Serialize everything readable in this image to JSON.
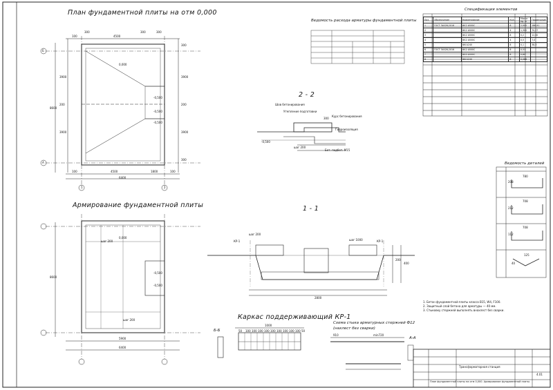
{
  "titles": {
    "plan": "План фундаментной плиты на отм 0,000",
    "reinforcement": "Армирование фундаментной плиты",
    "section22": "2 - 2",
    "section11": "1 - 1",
    "frame": "Каркас поддерживающий КР-1",
    "joint": "Схема стыка арматурных стержней Ф12",
    "joint_sub": "(нахлест без сварки)",
    "bb": "Б-Б",
    "aa": "А-А",
    "vedomost_rebar": "Ведомость расхода арматуры фундаментной плиты",
    "spec": "Спецификация элементов",
    "vedomost_details": "Ведомость деталей"
  },
  "plan": {
    "dims_top": [
      "100",
      "300",
      "4500",
      "300",
      "300"
    ],
    "dims_bottom": [
      "100",
      "4500",
      "1800",
      "100"
    ],
    "total_width": "6400",
    "total_height": "8600",
    "dims_right": [
      "300",
      "3900",
      "200",
      "3900",
      "300"
    ],
    "dims_left": [
      "3900",
      "200",
      "3900"
    ],
    "levels": [
      "0,000",
      "-0,500",
      "-0,500",
      "-0,500"
    ],
    "axes": [
      "1",
      "2",
      "А",
      "Б"
    ]
  },
  "reinforcement": {
    "labels": [
      "шаг 200",
      "шаг 200",
      "0,000",
      "-0,500",
      "-0,500"
    ],
    "dims_bottom": [
      "5900",
      "6400"
    ],
    "total_height": "8600"
  },
  "sections": {
    "s22_labels": [
      "Шов бетонирования",
      "Утепление подготовки",
      "Курс бетонирования",
      "Гидроизоляция",
      "Бет. подбет. М15",
      "шаг 200",
      "300",
      "-0,500"
    ],
    "s11_labels": [
      "КР-1",
      "КР-1",
      "шаг 200",
      "шаг 1000",
      "2800",
      "200",
      "400"
    ]
  },
  "frame_kr1": {
    "dims": [
      "50",
      "100",
      "100",
      "100",
      "100",
      "100",
      "100",
      "100",
      "100",
      "100",
      "50"
    ],
    "total": "1000"
  },
  "joint": {
    "dims": [
      "910",
      "min720"
    ]
  },
  "spec_table": {
    "headers": [
      "Поз.",
      "Обозначение",
      "Наименование",
      "Кол.",
      "Масса ед. кг",
      "Примечание"
    ],
    "rows": [
      [
        "1",
        "ГОСТ 34028-2016",
        "Ф12 А500С",
        "8",
        "2,000",
        "186,91"
      ],
      [
        "2",
        "",
        "Ф12 А500С",
        "4",
        "1,300",
        "70,27"
      ],
      [
        "3",
        "",
        "Ф12 А500С",
        "8",
        "0,2",
        "12,00"
      ],
      [
        "4",
        "",
        "Ф12 А500С",
        "4",
        "0,5",
        "7,0"
      ],
      [
        "5",
        "",
        "Ф8 А240",
        "8",
        "0,1",
        "38,3"
      ],
      [
        "6",
        "ГОСТ 34028-2016",
        "Ф12 А500С",
        "8",
        "0,51",
        ""
      ],
      [
        "7",
        "",
        "Ф10 А500С",
        "8",
        "0,80",
        ""
      ],
      [
        "8",
        "",
        "Ф8 А240",
        "8",
        "0,088",
        ""
      ]
    ]
  },
  "details": {
    "dims": [
      "780",
      "208",
      "708",
      "212",
      "708",
      "112",
      "125",
      "40"
    ]
  },
  "notes": [
    "1. Бетон фундаментной плиты класса В15, W4, F100.",
    "2. Защитный слой бетона для арматуры — 40 мм.",
    "3. Стыковку стержней выполнять внахлест без сварки."
  ],
  "stamp": {
    "org": "Трансформаторная станция",
    "title": "План фундаментной плиты на отм 0,000. Армирование фундаментной плиты",
    "sheet": "4.01"
  }
}
